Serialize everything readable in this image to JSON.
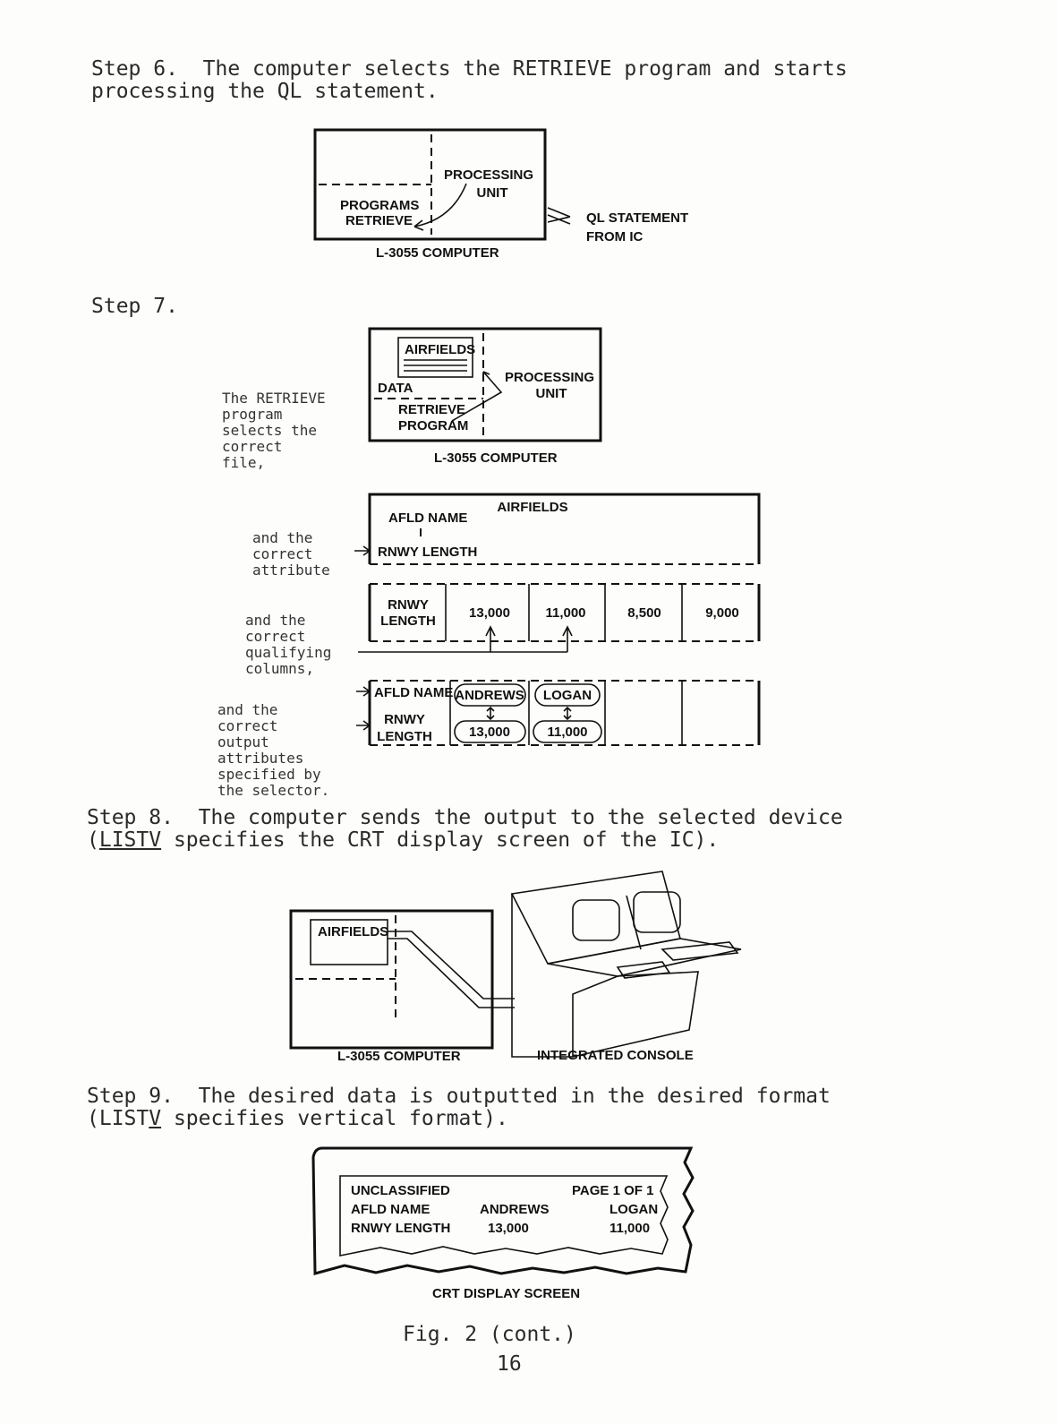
{
  "step6": {
    "line1": "Step 6.  The computer selects the RETRIEVE program and starts",
    "line2": "processing the QL statement.",
    "processing": "PROCESSING",
    "unit": "UNIT",
    "programs": "PROGRAMS",
    "retrieve": "RETRIEVE",
    "computer": "L-3055 COMPUTER",
    "ql1": "QL STATEMENT",
    "ql2": "FROM IC"
  },
  "step7": {
    "title": "Step 7.",
    "left_note": [
      "The RETRIEVE",
      "program",
      "selects the",
      "correct",
      "file,"
    ],
    "airfields": "AIRFIELDS",
    "data": "DATA",
    "retrieve": "RETRIEVE",
    "program": "PROGRAM",
    "processing": "PROCESSING",
    "unit": "UNIT",
    "computer": "L-3055 COMPUTER",
    "attr_note": [
      "and the",
      "correct",
      "attribute"
    ],
    "file_title": "AIRFIELDS",
    "afld_name": "AFLD NAME",
    "rnwy_length": "RNWY LENGTH",
    "qual_note": [
      "and the",
      "correct",
      "qualifying",
      "columns,"
    ],
    "rnwy": "RNWY",
    "length": "LENGTH",
    "columns": [
      "13,000",
      "11,000",
      "8,500",
      "9,000"
    ],
    "output_note": [
      "and the",
      "correct",
      "output",
      "attributes",
      "specified by",
      "the selector."
    ],
    "out_afld": "AFLD NAME",
    "out_names": [
      "ANDREWS",
      "LOGAN"
    ],
    "out_values": [
      "13,000",
      "11,000"
    ]
  },
  "step8": {
    "line1": "Step 8.  The computer sends the output to the selected device",
    "line2_pre": "(",
    "line2_u": "LISTV",
    "line2_post": " specifies the CRT display screen of the IC).",
    "airfields": "AIRFIELDS",
    "computer": "L-3055 COMPUTER",
    "console": "INTEGRATED CONSOLE"
  },
  "step9": {
    "line1": "Step 9.  The desired data is outputted in the desired format",
    "line2_pre": "(LIST",
    "line2_u": "V",
    "line2_post": " specifies vertical format).",
    "unclassified": "UNCLASSIFIED",
    "page": "PAGE 1 OF 1",
    "afld_name": "AFLD NAME",
    "andrews": "ANDREWS",
    "logan": "LOGAN",
    "rnwy_length": "RNWY LENGTH",
    "v1": "13,000",
    "v2": "11,000",
    "crt": "CRT DISPLAY SCREEN"
  },
  "footer": {
    "fig": "Fig. 2 (cont.)",
    "page": "16"
  }
}
